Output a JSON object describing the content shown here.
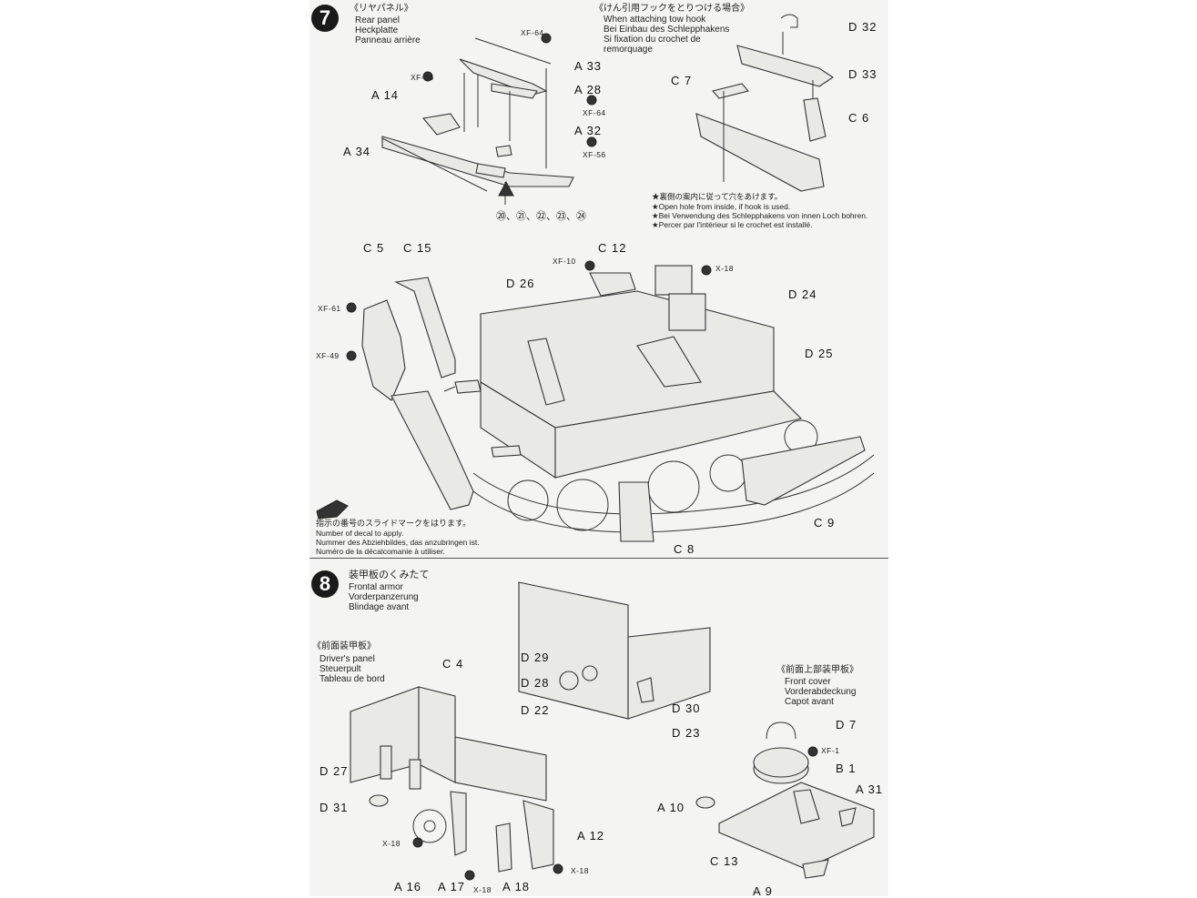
{
  "step7": {
    "number": "7",
    "title_jp": "《リヤパネル》",
    "title_lines": [
      "Rear panel",
      "Heckplatte",
      "Panneau arrière"
    ],
    "tow_hook_jp": "《けん引用フックをとりつける場合》",
    "tow_hook_lines": [
      "When attaching tow hook",
      "Bei Einbau des Schlepphakens",
      "Si fixation du crochet de",
      "remorquage"
    ],
    "hole_note_jp": "★裏側の案内に従って穴をあけます。",
    "hole_note_lines": [
      "★Open hole from inside, if hook is used.",
      "★Bei Verwendung des Schlepphakens von innen Loch bohren.",
      "★Percer par l'intérieur si le crochet est installé."
    ],
    "decal_note_jp": "指示の番号のスライドマークをはります。",
    "decal_note_lines": [
      "Number of decal to apply.",
      "Nummer des Abziehbildes, das anzubringen ist.",
      "Numéro de la décalcomanie à utiliser."
    ],
    "decals": "⑳、㉑、㉒、㉓、㉔",
    "labels": {
      "A33": "A 33",
      "A28": "A 28",
      "A32": "A 32",
      "A14": "A 14",
      "A34": "A 34",
      "D32": "D 32",
      "D33": "D 33",
      "C7": "C 7",
      "C6": "C 6",
      "C5": "C 5",
      "C15": "C 15",
      "C12": "C 12",
      "D26": "D 26",
      "D24": "D 24",
      "D25": "D 25",
      "C9": "C 9",
      "C8": "C 8"
    },
    "paints": {
      "xf64a": "XF-64",
      "xf56a": "XF-56",
      "xf64b": "XF-64",
      "xf56b": "XF-56",
      "xf10": "XF-10",
      "x18": "X-18",
      "xf61": "XF-61",
      "xf49": "XF-49"
    }
  },
  "step8": {
    "number": "8",
    "title_jp": "装甲板のくみたて",
    "title_lines": [
      "Frontal armor",
      "Vorderpanzerung",
      "Blindage avant"
    ],
    "drivers_panel_jp": "《前面装甲板》",
    "drivers_panel_lines": [
      "Driver's panel",
      "Steuerpult",
      "Tableau de bord"
    ],
    "front_cover_jp": "《前面上部装甲板》",
    "front_cover_lines": [
      "Front cover",
      "Vorderabdeckung",
      "Capot avant"
    ],
    "labels": {
      "C4": "C 4",
      "D29": "D 29",
      "D28": "D 28",
      "D22": "D 22",
      "D30": "D 30",
      "D23": "D 23",
      "D27": "D 27",
      "D31": "D 31",
      "A12": "A 12",
      "A16": "A 16",
      "A17": "A 17",
      "A18": "A 18",
      "D7": "D 7",
      "B1": "B 1",
      "A31": "A 31",
      "A10": "A 10",
      "C13": "C 13",
      "A9": "A 9"
    },
    "paints": {
      "x18a": "X-18",
      "x18b": "X-18",
      "x18c": "X-18",
      "xf1": "XF-1"
    }
  }
}
